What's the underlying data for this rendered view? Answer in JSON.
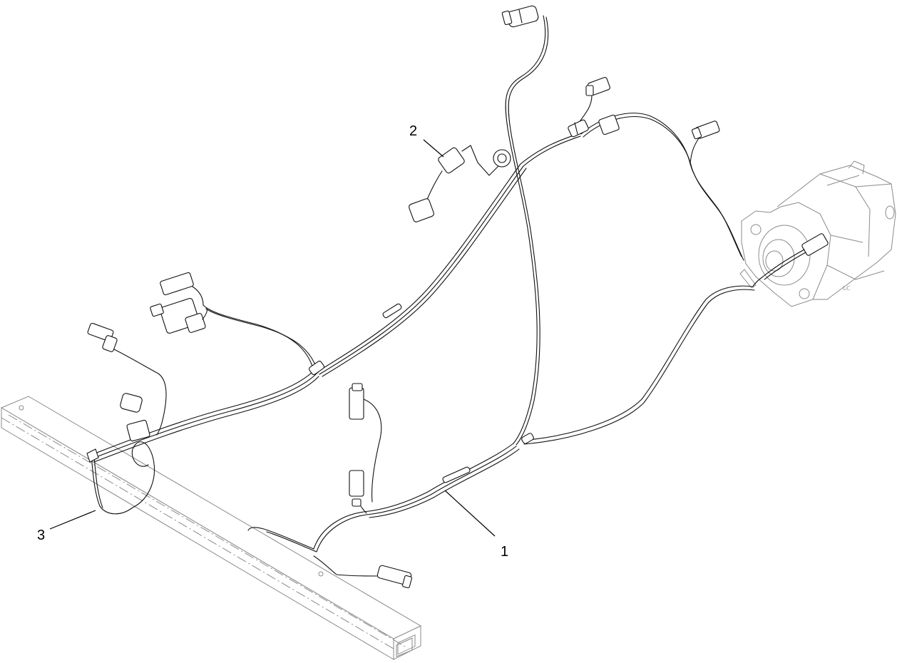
{
  "callouts": {
    "c1": "1",
    "c2": "2",
    "c3": "3"
  },
  "icons": {
    "frame": "frame-tube-icon",
    "pump": "hydraulic-pump-icon",
    "harness": "wire-harness-icon",
    "jumper": "jumper-wire-icon",
    "clip": "cable-clip-icon"
  },
  "colors": {
    "line": "#111111",
    "ghost": "#8a8a8a",
    "background": "#ffffff"
  }
}
